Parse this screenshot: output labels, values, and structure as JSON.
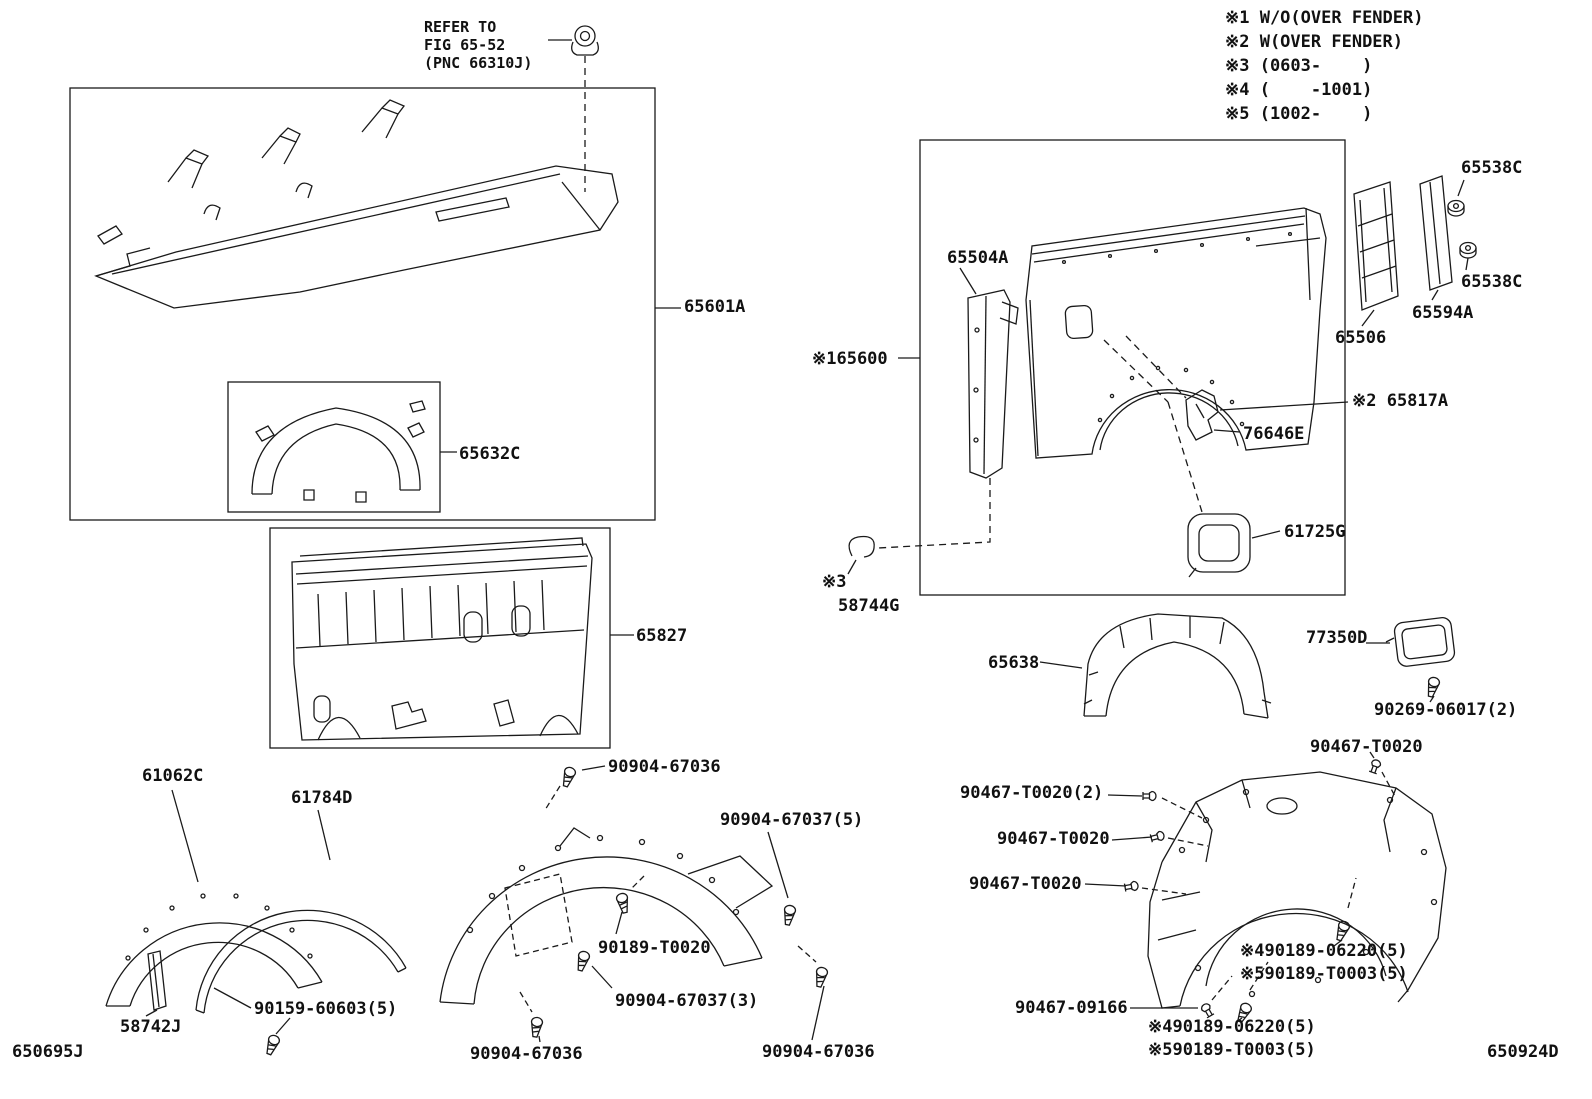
{
  "page": {
    "code_left": "650695J",
    "code_right": "650924D"
  },
  "refer_note": "REFER TO\nFIG 65-52\n(PNC 66310J)",
  "notes": [
    "※1 W/O(OVER FENDER)",
    "※2 W(OVER FENDER)",
    "※3 (0603-    )",
    "※4 (    -1001)",
    "※5 (1002-    )"
  ],
  "labels": {
    "l65601A": "65601A",
    "l65632C": "65632C",
    "l65827": "65827",
    "l61062C": "61062C",
    "l61784D": "61784D",
    "l58742J": "58742J",
    "l90159_60603": "90159-60603(5)",
    "l90904_67036_top": "90904-67036",
    "l90904_67037_5": "90904-67037(5)",
    "l90189_T0020": "90189-T0020",
    "l90904_67037_3": "90904-67037(3)",
    "l90904_67036_bl": "90904-67036",
    "l90904_67036_br": "90904-67036",
    "l65504A": "65504A",
    "l65600": "※165600",
    "l65538C_top": "65538C",
    "l65538C_bot": "65538C",
    "l65594A": "65594A",
    "l65506": "65506",
    "l65817A": "※2 65817A",
    "l76646E": "76646E",
    "l61725G": "61725G",
    "l58744G_mark": "※3",
    "l58744G": "58744G",
    "l65638": "65638",
    "l77350D": "77350D",
    "l90269_06017": "90269-06017(2)",
    "l90467_top": "90467-T0020",
    "l90467_2": "90467-T0020(2)",
    "l90467_mid": "90467-T0020",
    "l90467_low": "90467-T0020",
    "l90467_09166": "90467-09166",
    "l490189_a": "※490189-06220(5)",
    "l590189_a": "※590189-T0003(5)",
    "l490189_b": "※490189-06220(5)",
    "l590189_b": "※590189-T0003(5)"
  }
}
